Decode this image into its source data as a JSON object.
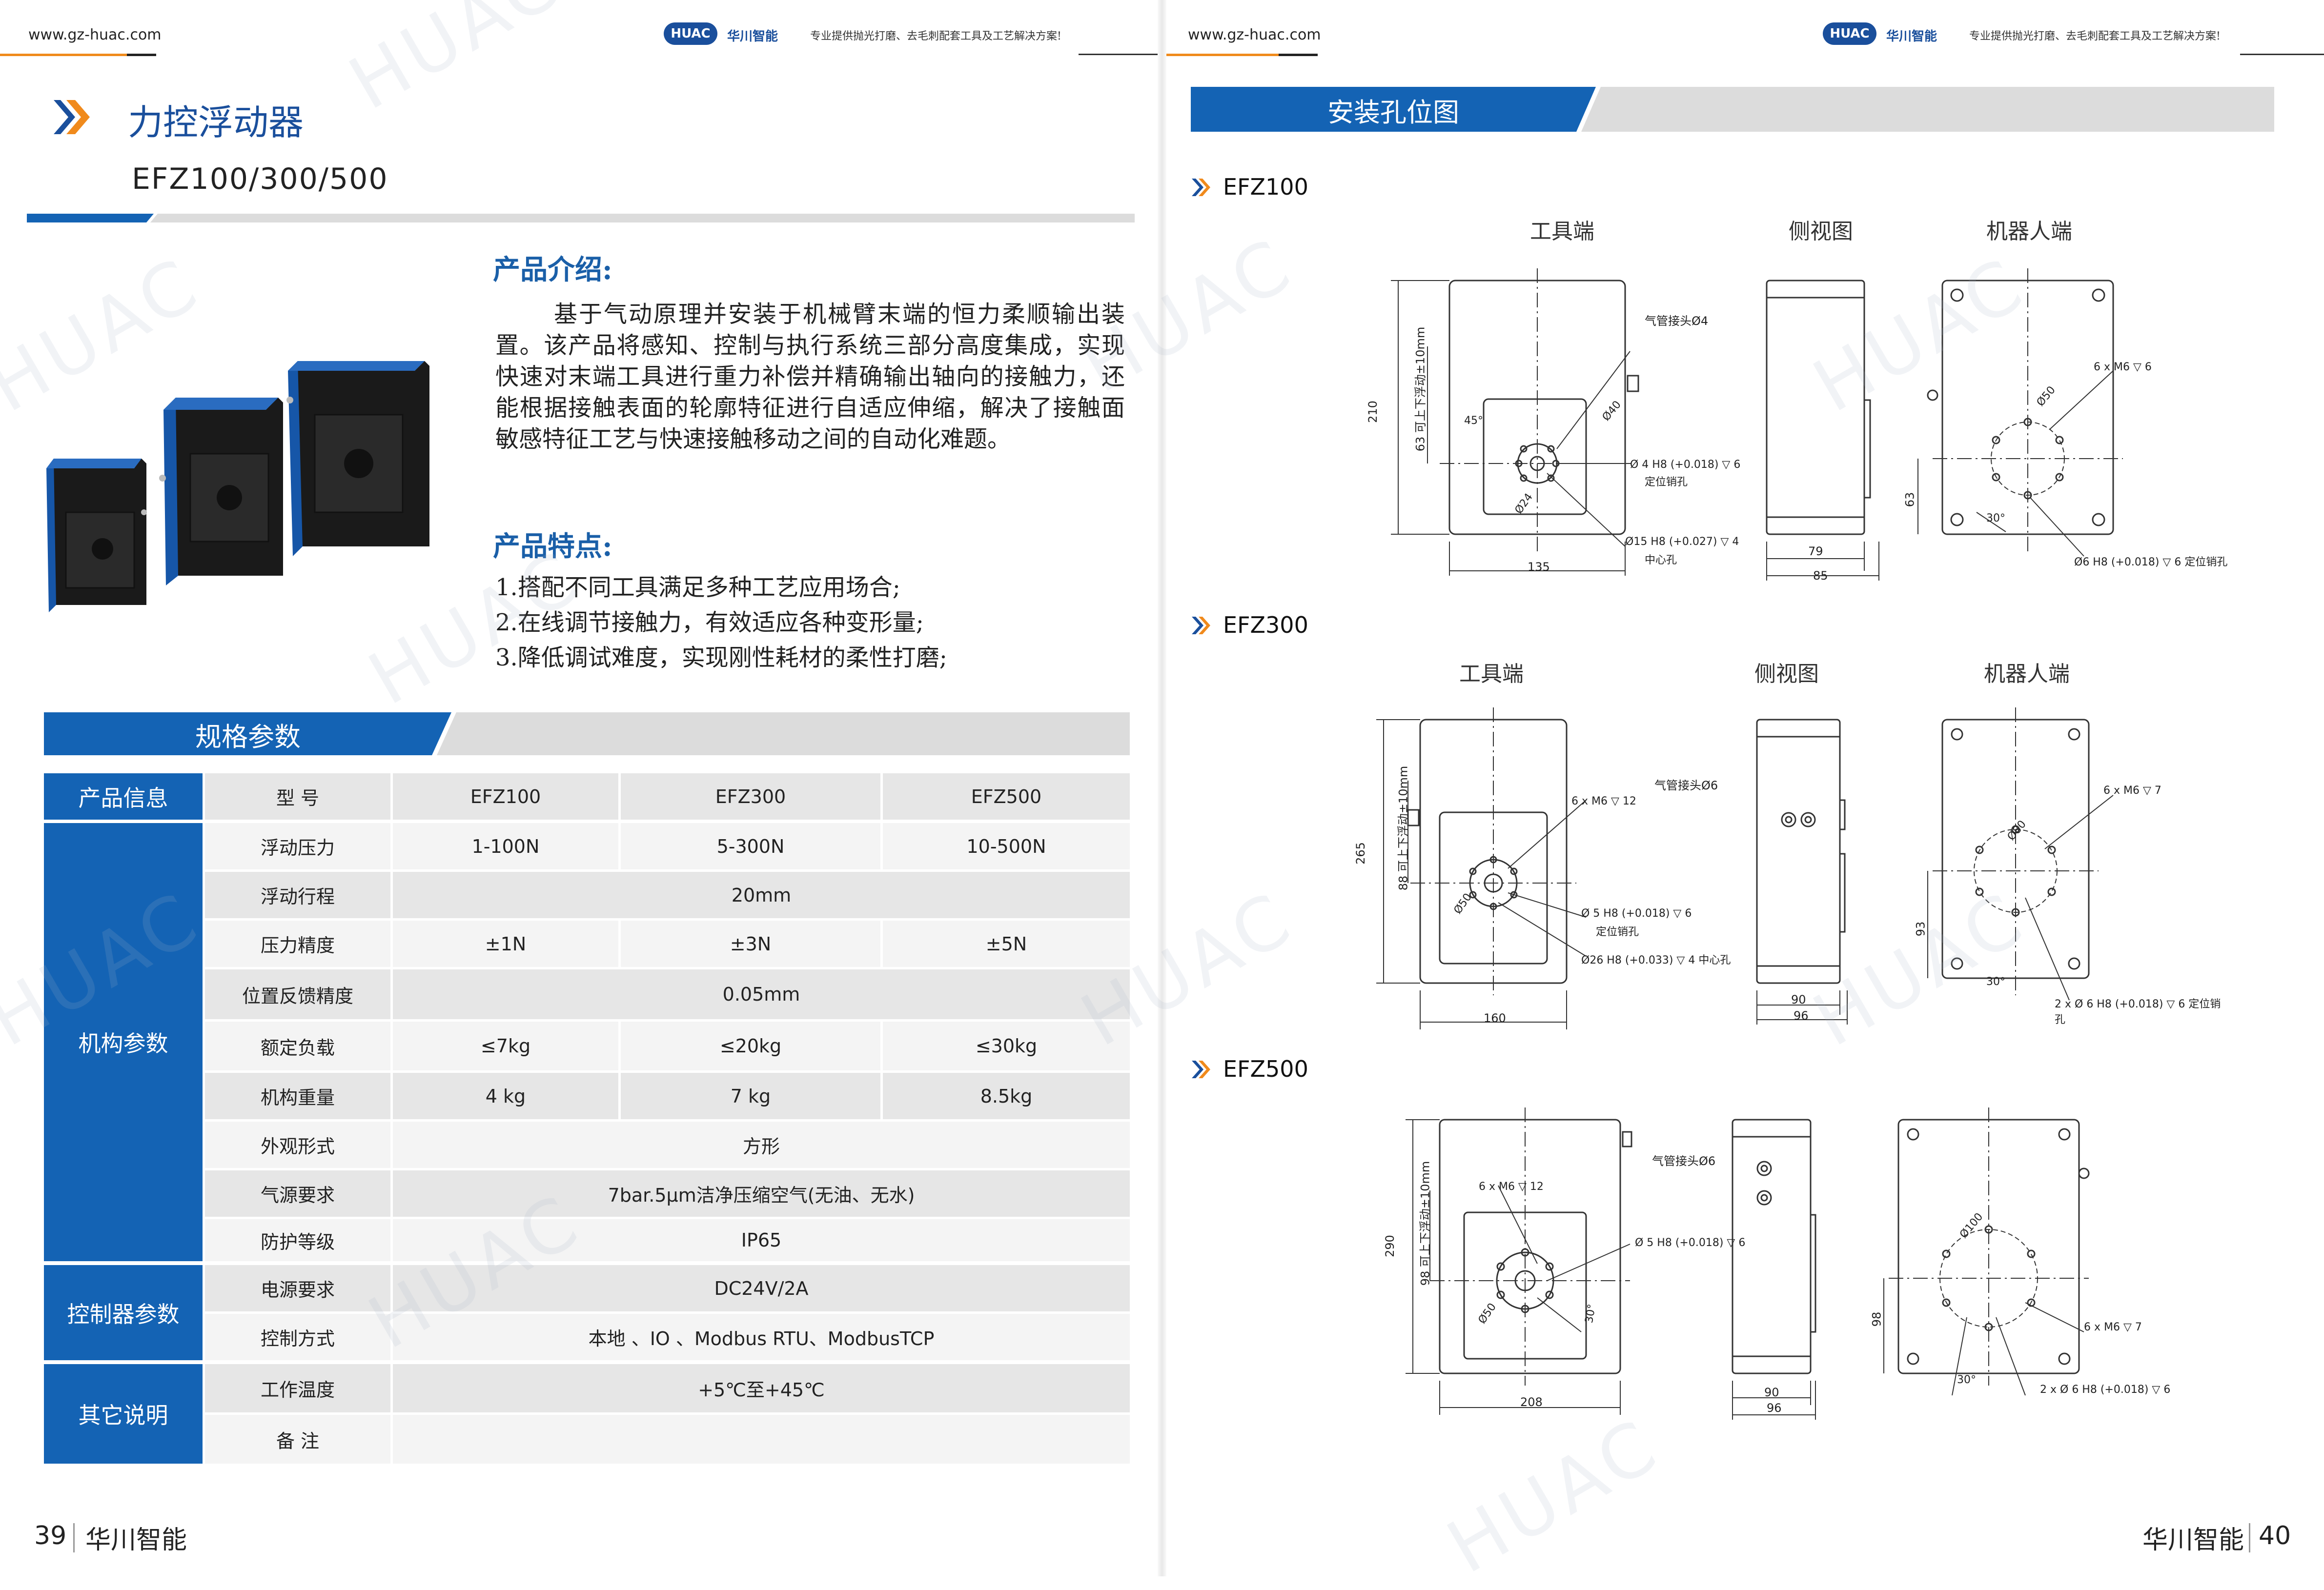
{
  "left": {
    "header": {
      "url": "www.gz-huac.com",
      "logo_badge": "HUAC",
      "logo_cn": "华川智能",
      "slogan": "专业提供抛光打磨、去毛刺配套工具及工艺解决方案!"
    },
    "title": "力控浮动器",
    "subtitle": "EFZ100/300/500",
    "intro": {
      "heading": "产品介绍:",
      "text": "基于气动原理并安装于机械臂末端的恒力柔顺输出装置。该产品将感知、控制与执行系统三部分高度集成，实现快速对末端工具进行重力补偿并精确输出轴向的接触力，还能根据接触表面的轮廓特征进行自适应伸缩，解决了接触面敏感特征工艺与快速接触移动之间的自动化难题。"
    },
    "features": {
      "heading": "产品特点:",
      "items": [
        "1.搭配不同工具满足多种工艺应用场合;",
        "2.在线调节接触力，有效适应各种变形量;",
        "3.降低调试难度，实现刚性耗材的柔性打磨;"
      ]
    },
    "spec_banner": "规格参数",
    "table": {
      "groups": [
        "产品信息",
        "机构参数",
        "控制器参数",
        "其它说明"
      ],
      "header": [
        "型  号",
        "EFZ100",
        "EFZ300",
        "EFZ500"
      ],
      "rows": [
        {
          "label": "浮动压力",
          "values": [
            "1-100N",
            "5-300N",
            "10-500N"
          ]
        },
        {
          "label": "浮动行程",
          "merged": "20mm"
        },
        {
          "label": "压力精度",
          "values": [
            "±1N",
            "±3N",
            "±5N"
          ]
        },
        {
          "label": "位置反馈精度",
          "merged": "0.05mm"
        },
        {
          "label": "额定负载",
          "values": [
            "≤7kg",
            "≤20kg",
            "≤30kg"
          ]
        },
        {
          "label": "机构重量",
          "values": [
            "4 kg",
            "7 kg",
            "8.5kg"
          ]
        },
        {
          "label": "外观形式",
          "merged": "方形"
        },
        {
          "label": "气源要求",
          "merged": "7bar.5μm洁净压缩空气(无油、无水)"
        },
        {
          "label": "防护等级",
          "merged": "IP65"
        },
        {
          "label": "电源要求",
          "merged": "DC24V/2A"
        },
        {
          "label": "控制方式",
          "merged": "本地 、IO 、Modbus RTU、ModbusTCP"
        },
        {
          "label": "工作温度",
          "merged": "+5℃至+45℃"
        },
        {
          "label": "备  注",
          "merged": ""
        }
      ]
    },
    "footer": {
      "page": "39",
      "brand": "华川智能"
    }
  },
  "right": {
    "header": {
      "url": "www.gz-huac.com",
      "logo_badge": "HUAC",
      "logo_cn": "华川智能",
      "slogan": "专业提供抛光打磨、去毛刺配套工具及工艺解决方案!"
    },
    "banner": "安装孔位图",
    "views": [
      "工具端",
      "侧视图",
      "机器人端"
    ],
    "models": [
      {
        "name": "EFZ100",
        "dims": {
          "height": "210",
          "width": "135",
          "side1": "79",
          "side2": "85",
          "stroke": "63 可上下浮动±10mm",
          "robot_h": "63"
        },
        "notes": {
          "air": "气管接头Ø4",
          "pin": "Ø 4 H8 (+0.018) ▽ 6",
          "pin2": "定位销孔",
          "center": "Ø15 H8 (+0.027) ▽ 4",
          "center2": "中心孔",
          "pcd": "Ø40",
          "pcd2": "Ø24",
          "angle": "45°",
          "robot_bolt": "6 x  M6 ▽ 6",
          "robot_pcd": "Ø50",
          "robot_angle": "30°",
          "robot_pin": "Ø6 H8 (+0.018) ▽ 6 定位销孔"
        }
      },
      {
        "name": "EFZ300",
        "dims": {
          "height": "265",
          "width": "160",
          "side1": "90",
          "side2": "96",
          "stroke": "88 可上下浮动±10mm",
          "robot_h": "93"
        },
        "notes": {
          "air": "气管接头Ø6",
          "bolt": "6 x  M6 ▽ 12",
          "pin": "Ø 5 H8 (+0.018) ▽ 6",
          "pin2": "定位销孔",
          "center": "Ø26 H8 (+0.033) ▽ 4 中心孔",
          "pcd": "Ø50",
          "robot_bolt": "6 x  M6 ▽ 7",
          "robot_pcd": "Ø80",
          "robot_angle": "30°",
          "robot_pin": "2 x  Ø 6 H8 (+0.018) ▽ 6 定位销孔"
        }
      },
      {
        "name": "EFZ500",
        "dims": {
          "height": "290",
          "width": "208",
          "side1": "90",
          "side2": "96",
          "stroke": "98 可上下浮动±10mm",
          "robot_h": "98"
        },
        "notes": {
          "air": "气管接头Ø6",
          "bolt": "6 x  M6 ▽ 12",
          "pin": "Ø 5 H8 (+0.018) ▽ 6",
          "pcd": "Ø50",
          "angle": "30°",
          "robot_bolt": "6 x  M6 ▽ 7",
          "robot_pcd": "Ø100",
          "robot_angle": "30°",
          "robot_pin": "2 x  Ø 6 H8 (+0.018) ▽ 6"
        }
      }
    ],
    "footer": {
      "page": "40",
      "brand": "华川智能"
    }
  },
  "watermark": "HUAC",
  "colors": {
    "brand_blue": "#1463b4",
    "orange": "#f08a1c",
    "gray_band": "#e0e0e0"
  }
}
